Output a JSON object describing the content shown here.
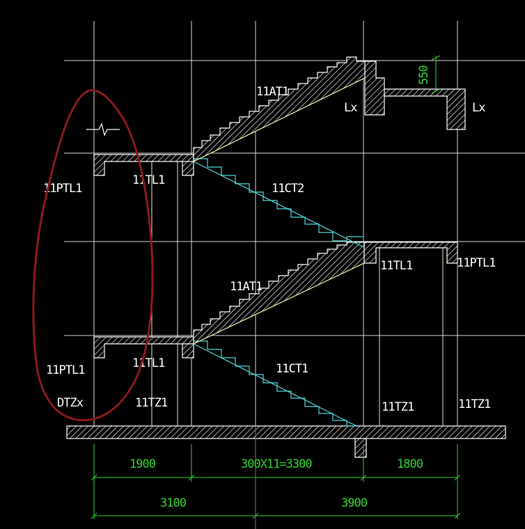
{
  "labels": {
    "at1_upper": "11AT1",
    "at1_lower": "11AT1",
    "ct2": "11CT2",
    "ct1": "11CT1",
    "lx_left": "Lx",
    "lx_right": "Lx",
    "ptl1_left_upper": "11PTL1",
    "ptl1_left_lower": "11PTL1",
    "ptl1_right": "11PTL1",
    "tl1_left_upper": "11TL1",
    "tl1_left_lower": "11TL1",
    "tl1_right": "11TL1",
    "dtzx": "DTZx",
    "tz1_left": "11TZ1",
    "tz1_mid": "11TZ1",
    "tz1_right": "11TZ1"
  },
  "dimensions": {
    "height_550": "550",
    "span_1900": "1900",
    "span_stair": "300X11=3300",
    "span_1800": "1800",
    "span_3100": "3100",
    "span_3900": "3900"
  },
  "colors": {
    "background": "#000000",
    "annotation": "#ffffff",
    "dimension": "#2fd12f",
    "stair_line": "#4fd6d6",
    "markup_ellipse": "#8b1a1a"
  }
}
